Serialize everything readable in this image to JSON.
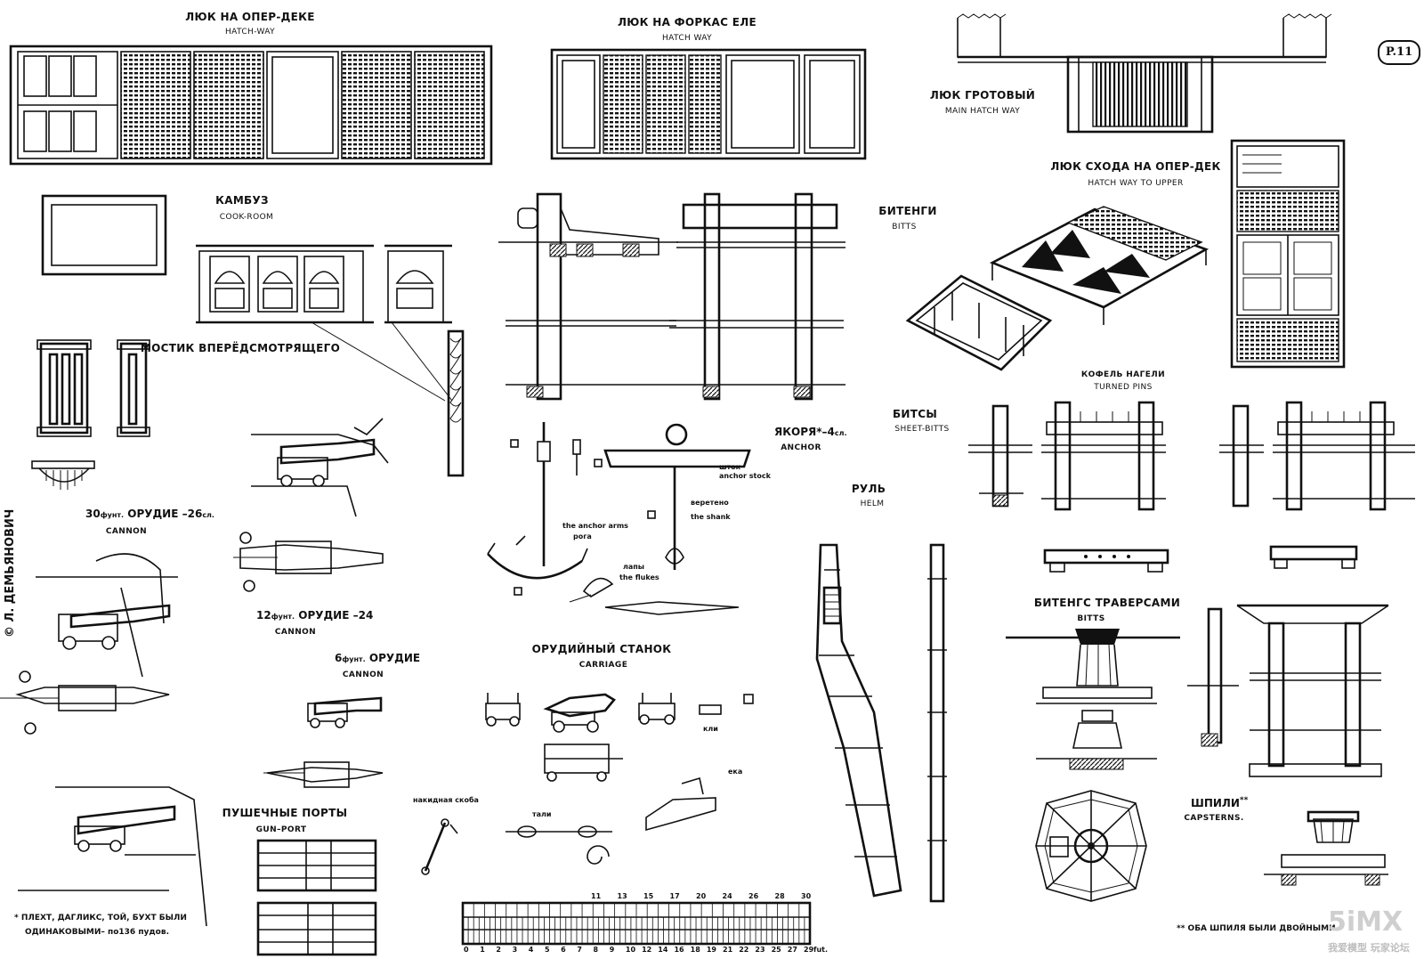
{
  "sheet": {
    "id": "P.11"
  },
  "labels": {
    "hatch_upper": {
      "ru": "ЛЮК НА ОПЕР-ДЕКЕ",
      "en": "HATCH-WAY"
    },
    "hatch_forecastle": {
      "ru": "ЛЮК НА ФОРКАС ЕЛЕ",
      "en": "HATCH WAY"
    },
    "main_hatch": {
      "ru": "ЛЮК ГРОТОВЫЙ",
      "en": "MAIN HATCH WAY"
    },
    "hatch_to_upper": {
      "ru": "ЛЮК СХОДА НА ОПЕР-ДЕК",
      "en": "HATCH WAY TO UPPER"
    },
    "cook_room": {
      "ru": "КАМБУЗ",
      "en": "COOK-ROOM"
    },
    "bitts": {
      "ru": "БИТЕНГИ",
      "en": "BITTS"
    },
    "lookout_bridge": {
      "ru": "МОСТИК ВПЕРЁДСМОТРЯЩЕГО"
    },
    "belaying_pins": {
      "ru": "КОФЕЛЬ НАГЕЛИ",
      "en": "TURNED PINS"
    },
    "sheet_bitts": {
      "ru": "БИТСЫ",
      "en": "SHEET-BITTS"
    },
    "anchor": {
      "ru": "ЯКОРЯ*–4",
      "ru_unit": "сл.",
      "en": "ANCHOR"
    },
    "anchor_stock": {
      "ru": "шток",
      "en": "anchor stock"
    },
    "anchor_shank": {
      "ru": "веретено",
      "en": "the shank"
    },
    "anchor_arms": {
      "en": "the anchor arms",
      "ru": "рога"
    },
    "anchor_flukes": {
      "ru": "лапы",
      "en": "the flukes"
    },
    "helm": {
      "ru": "РУЛЬ",
      "en": "HELM"
    },
    "cannon_30": {
      "num": "30",
      "unit": "фунт.",
      "ru": "ОРУДИЕ –26",
      "ru_unit": "сл.",
      "en": "CANNON"
    },
    "cannon_12": {
      "num": "12",
      "unit": "фунт.",
      "ru": "ОРУДИЕ –24",
      "en": "CANNON"
    },
    "cannon_6": {
      "num": "6",
      "unit": "фунт.",
      "ru": "ОРУДИЕ",
      "en": "CANNON"
    },
    "carriage": {
      "ru": "ОРУДИЙНЫЙ СТАНОК",
      "en": "CARRIAGE"
    },
    "carriage_wedge": {
      "ru": "кли"
    },
    "carriage_part": {
      "ru": "ека"
    },
    "hinge_bracket": {
      "ru": "накидная скоба"
    },
    "tackle": {
      "ru": "тали"
    },
    "gun_port": {
      "ru": "ПУШЕЧНЫЕ ПОРТЫ",
      "en": "GUN–PORT"
    },
    "bitts_crossbars": {
      "ru": "БИТЕНГС ТРАВЕРСАМИ",
      "en": "BITTS"
    },
    "capsterns": {
      "ru": "ШПИЛИ",
      "mark": "**",
      "en": "CAPSTERNS."
    }
  },
  "notes": {
    "author": "© Л. ДЕМЬЯНОВИЧ",
    "footnote_1_line1": "* ПЛЕХТ, ДАГЛИКС, ТОЙ, БУХТ  БЫЛИ",
    "footnote_1_line2": "ОДИНАКОВЫМИ– по136 пудов.",
    "footnote_2": "** ОБА ШПИЛЯ БЫЛИ ДВОЙНЫМИ"
  },
  "scale": {
    "top_numbers": [
      "11",
      "13",
      "15",
      "17",
      "20",
      "24",
      "26",
      "28",
      "30"
    ],
    "bottom_numbers": [
      "0",
      "1",
      "2",
      "3",
      "4",
      "5",
      "6",
      "7",
      "8",
      "9",
      "10",
      "12",
      "14",
      "16",
      "18",
      "19",
      "21",
      "22",
      "23",
      "25",
      "27",
      "29"
    ],
    "unit": "fut."
  },
  "watermark": {
    "logo": "5iMX",
    "caption": "我爱模型 玩家论坛"
  },
  "icons": [
    "hatch-grating-icon",
    "cannon-icon",
    "anchor-icon",
    "rudder-icon",
    "capstan-icon",
    "bitts-icon",
    "gun-port-icon",
    "galley-stove-icon"
  ]
}
